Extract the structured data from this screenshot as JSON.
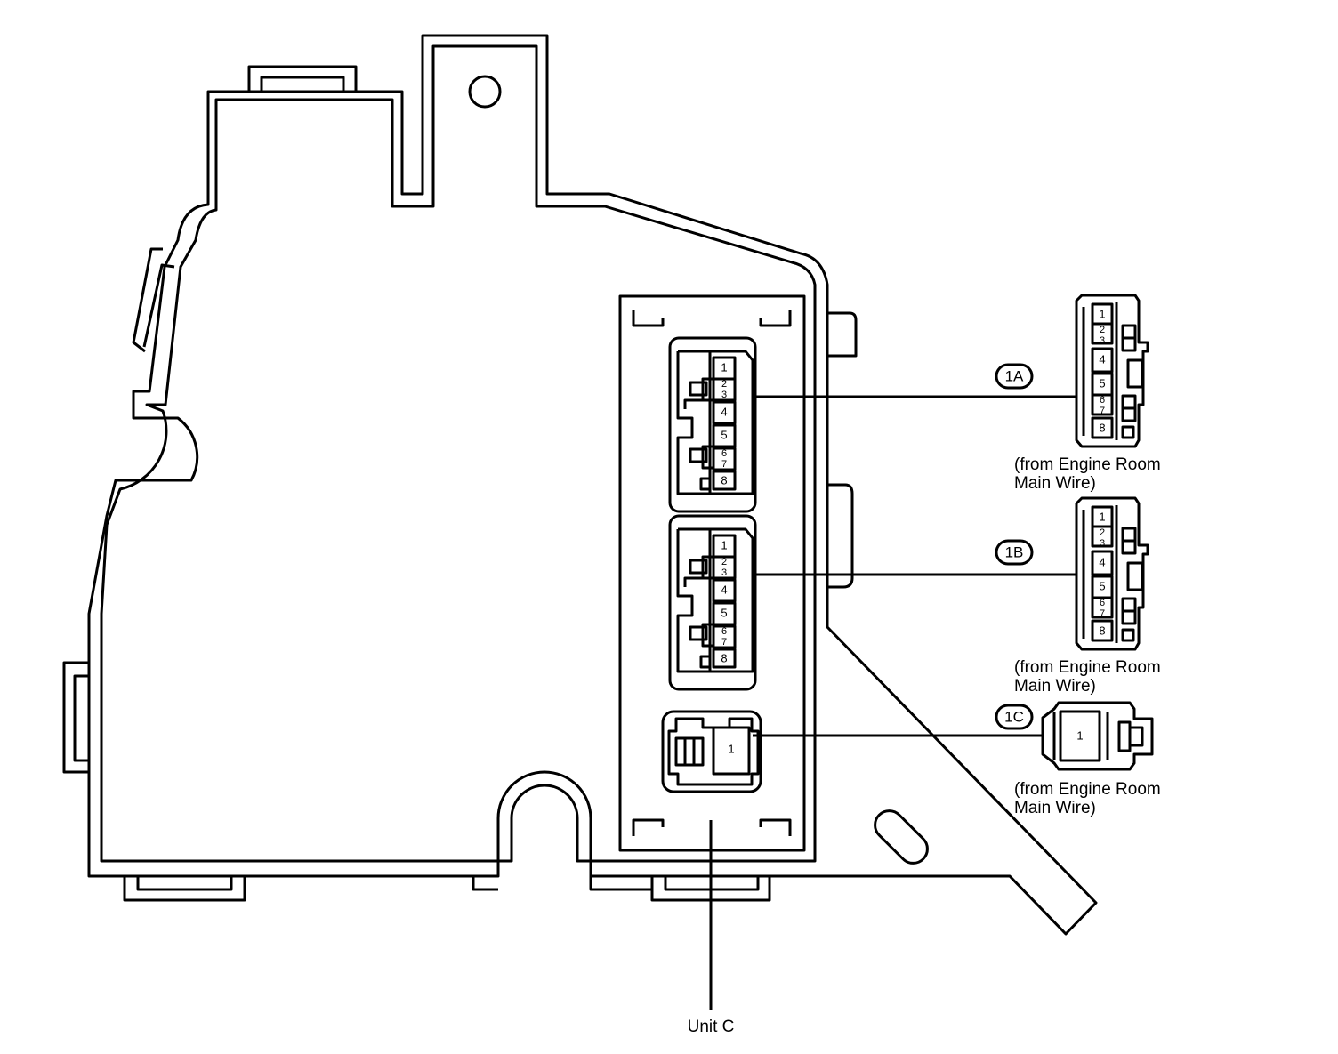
{
  "connectors": [
    {
      "id": "1A",
      "source": "(from Engine Room",
      "source2": "Main Wire)",
      "pins": [
        "1",
        "2",
        "3",
        "4",
        "5",
        "6",
        "7",
        "8"
      ]
    },
    {
      "id": "1B",
      "source": "(from Engine Room",
      "source2": "Main Wire)",
      "pins": [
        "1",
        "2",
        "3",
        "4",
        "5",
        "6",
        "7",
        "8"
      ]
    },
    {
      "id": "1C",
      "source": "(from Engine Room",
      "source2": "Main Wire)",
      "pins": [
        "1"
      ]
    }
  ],
  "unit_label": "Unit C"
}
